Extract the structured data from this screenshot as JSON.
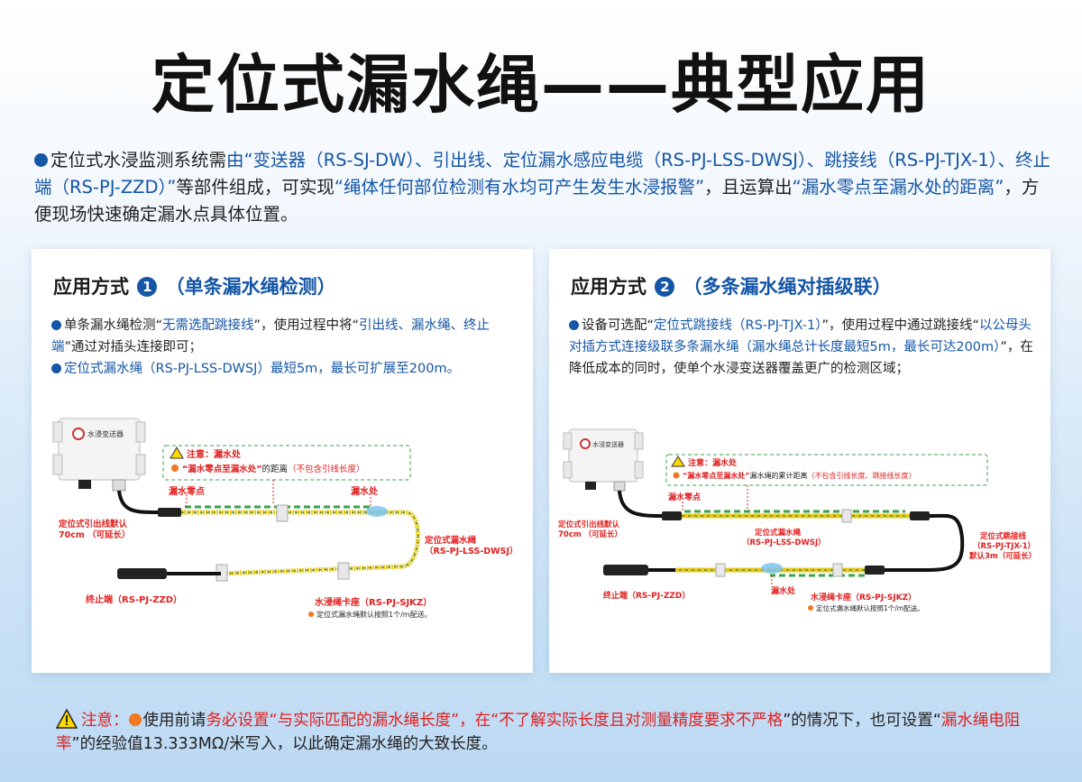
{
  "title": "定位式漏水绳——典型应用",
  "intro": {
    "p1": "定位式水浸监测系统需",
    "b1": "由“变送器（RS-SJ-DW）、引出线、定位漏水感应电缆（RS-PJ-LSS-DWSJ）、跳接线（RS-PJ-TJX-1）、终止端（RS-PJ-ZZD）”",
    "p2": "等部件组成，可实现",
    "b2": "“绳体任何部位检测有水均可产生发生水浸报警”",
    "p3": "，且运算出",
    "b3": "“漏水零点至漏水处的距离”",
    "p4": "，方便现场快速确定漏水点具体位置。"
  },
  "left": {
    "title_main": "应用方式",
    "title_num": "1",
    "title_sub": "（单条漏水绳检测）",
    "d1a": "单条漏水绳检测“",
    "d1b": "无需选配跳接线",
    "d1c": "”，使用过程中将“",
    "d1d": "引出线、漏水绳、终止端",
    "d1e": "”通过对插头连接即可；",
    "d2": "定位式漏水绳（RS-PJ-LSS-DWSJ）最短5m，最长可扩展至200m。",
    "device_title": "水浸变送器",
    "callout_warn": "注意：漏水处",
    "callout_q": "“漏水零点至漏水处”",
    "callout_rest": "的距离",
    "callout_red": "（不包含引线长度）",
    "lbl_zero": "漏水零点",
    "lbl_leak": "漏水处",
    "lbl_lead1": "定位式引出线默认",
    "lbl_lead2": "70cm （可延长）",
    "lbl_rope1": "定位式漏水绳",
    "lbl_rope2": "（RS-PJ-LSS-DWSJ）",
    "lbl_end": "终止端（RS-PJ-ZZD）",
    "lbl_clip": "水浸绳卡座（RS-PJ-SJKZ）",
    "lbl_clip_note": "定位式漏水绳默认按照1个/m配送。"
  },
  "right": {
    "title_main": "应用方式",
    "title_num": "2",
    "title_sub": "（多条漏水绳对插级联）",
    "d1a": "设备可选配“",
    "d1b": "定位式跳接线（RS-PJ-TJX-1）",
    "d1c": "”，使用过程中通过跳接线“",
    "d1d": "以公母头对插方式连接级联多条漏水绳（漏水绳总计长度最短5m，最长可达200m）",
    "d1e": "”，在降低成本的同时，使单个水浸变送器覆盖更广的检测区域；",
    "device_title": "水浸变送器",
    "callout_warn": "注意：漏水处",
    "callout_q": "“漏水零点至漏水处”",
    "callout_rest": "漏水绳的累计距离",
    "callout_red": "（不包含引线长度、跳接线长度）",
    "lbl_zero": "漏水零点",
    "lbl_leak": "漏水处",
    "lbl_lead1": "定位式引出线默认",
    "lbl_lead2": "70cm （可延长）",
    "lbl_rope1": "定位式漏水绳",
    "lbl_rope2": "（RS-PJ-LSS-DWSJ）",
    "lbl_jump1": "定位式跳接线",
    "lbl_jump2": "（RS-PJ-TJX-1）",
    "lbl_jump3": "默认3m（可延长）",
    "lbl_end": "终止端（RS-PJ-ZZD）",
    "lbl_clip": "水浸绳卡座（RS-PJ-SJKZ）",
    "lbl_clip_note": "定位式漏水绳默认按照1个/m配送。"
  },
  "note": {
    "warn": "注意：",
    "a": "使用前请",
    "b": "务必设置“与实际匹配的漏水绳长度”，在“不了解实际长度且对测量精度要求不严格",
    "c": "”的情况下，也可设置“",
    "d": "漏水绳电阻率",
    "e": "”的经验值13.333MΩ/米写入，以此确定漏水绳的大致长度。"
  },
  "colors": {
    "accent": "#1556a6",
    "red": "#e02020",
    "green": "#3aa24a",
    "orange": "#f07820",
    "rope": "#e6c81e"
  }
}
